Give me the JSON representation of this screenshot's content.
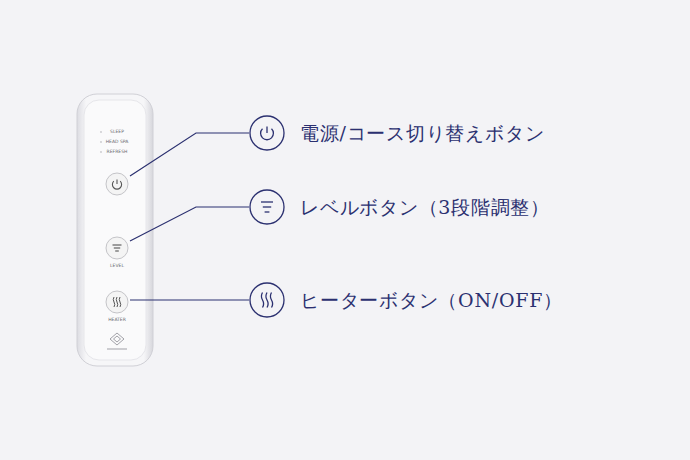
{
  "diagram": {
    "labels": [
      "電源/コース切り替えボタン",
      "レベルボタン（3段階調整）",
      "ヒーターボタン（ON/OFF）",
      "SLEEP",
      "HEAD SPA",
      "REFRESH",
      "LEVEL",
      "HEATER"
    ]
  }
}
